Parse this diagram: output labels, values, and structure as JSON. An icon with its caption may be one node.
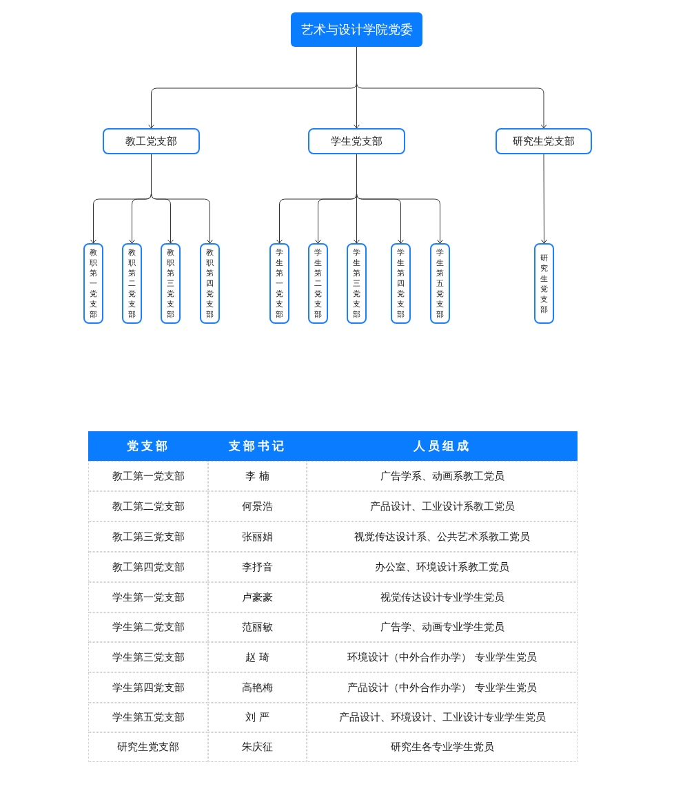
{
  "diagram": {
    "nodes": [
      {
        "text": [
          "艺术与设计学院党委"
        ]
      },
      {
        "text": [
          "教工党支部"
        ]
      },
      {
        "text": [
          "学生党支部"
        ]
      },
      {
        "text": [
          "研究生党支部"
        ]
      },
      {
        "text": [
          "教职第一党支部"
        ]
      },
      {
        "text": [
          "教职第二党支部"
        ]
      },
      {
        "text": [
          "教职第三党支部"
        ]
      },
      {
        "text": [
          "教职第四党支部"
        ]
      },
      {
        "text": [
          "学生第一党支部"
        ]
      },
      {
        "text": [
          "学生第二党支部"
        ]
      },
      {
        "text": [
          "学生第三党支部"
        ]
      },
      {
        "text": [
          "学生第四党支部"
        ]
      },
      {
        "text": [
          "学生第五党支部"
        ]
      },
      {
        "text": [
          "研究生党支部"
        ]
      }
    ],
    "edges": [
      {
        "from": 0,
        "to": 1,
        "arrow": "to"
      },
      {
        "from": 0,
        "to": 2,
        "arrow": "to"
      },
      {
        "from": 0,
        "to": 3,
        "arrow": "to"
      },
      {
        "from": 1,
        "to": 4,
        "arrow": "to"
      },
      {
        "from": 1,
        "to": 5,
        "arrow": "to"
      },
      {
        "from": 1,
        "to": 6,
        "arrow": "to"
      },
      {
        "from": 1,
        "to": 7,
        "arrow": "to"
      },
      {
        "from": 2,
        "to": 8,
        "arrow": "to"
      },
      {
        "from": 2,
        "to": 9,
        "arrow": "to"
      },
      {
        "from": 2,
        "to": 10,
        "arrow": "to"
      },
      {
        "from": 2,
        "to": 11,
        "arrow": "to"
      },
      {
        "from": 2,
        "to": 12,
        "arrow": "to"
      },
      {
        "from": 3,
        "to": 13,
        "arrow": "to"
      }
    ],
    "labels": [
      "党支部",
      "支部书记",
      "人员组成",
      "教工第一党支部",
      "李 楠",
      "广告学系、动画系教工党员",
      "教工第二党支部",
      "何景浩",
      "产品设计、工业设计系教工党员",
      "教工第三党支部",
      "张丽娟",
      "视觉传达设计系、公共艺术系教工党员",
      "教工第四党支部",
      "李抒音",
      "办公室、环境设计系教工党员",
      "学生第一党支部",
      "卢豪豪",
      "视觉传达设计专业学生党员",
      "学生第二党支部",
      "范丽敏",
      "广告学、动画专业学生党员",
      "学生第三党支部",
      "赵 琦",
      "环境设计（中外合作办学） 专业学生党员",
      "学生第四党支部",
      "高艳梅",
      "产品设计（中外合作办学） 专业学生党员",
      "学生第五党支部",
      "刘 严",
      "产品设计、环境设计、工业设计专业学生党员",
      "研究生党支部",
      "朱庆征",
      "研究生各专业学生党员"
    ]
  }
}
